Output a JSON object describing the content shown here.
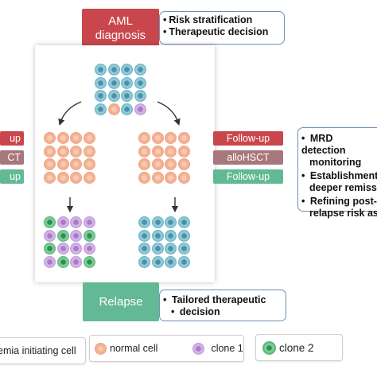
{
  "aml": {
    "line1": "AML",
    "line2": "diagnosis"
  },
  "diagnosis_notes": [
    "Risk stratification",
    "Therapeutic decision"
  ],
  "left_pills": [
    {
      "label": "up",
      "color": "#c9474c"
    },
    {
      "label": "CT",
      "color": "#a8777b"
    },
    {
      "label": "up",
      "color": "#63b996"
    }
  ],
  "right_pills": [
    {
      "label": "Follow-up",
      "color": "#c9474c"
    },
    {
      "label": "alloHSCT",
      "color": "#a8777b"
    },
    {
      "label": "Follow-up",
      "color": "#63b996"
    }
  ],
  "mrd_notes": [
    {
      "lines": [
        "MRD detection",
        "monitoring"
      ]
    },
    {
      "lines": [
        "Establishment",
        "deeper remiss"
      ]
    },
    {
      "lines": [
        "Refining post-",
        "relapse risk as"
      ]
    }
  ],
  "relapse": {
    "label": "Relapse"
  },
  "relapse_note": [
    "Tailored therapeutic",
    "decision"
  ],
  "legend": {
    "lic": "emia initiating cell",
    "normal": "normal cell",
    "clone1": "clone 1",
    "clone2": "clone 2"
  },
  "colors": {
    "leukemia_initiating_cell": "#6eb4c6",
    "normal_cell": "#f0a585",
    "clone_1": "#c29ddb",
    "clone_2": "#5cb87c"
  },
  "grids": {
    "top": [
      [
        "lic",
        "lic",
        "lic",
        "lic"
      ],
      [
        "lic",
        "lic",
        "lic",
        "lic"
      ],
      [
        "lic",
        "lic",
        "lic",
        "lic"
      ],
      [
        "lic",
        "normal",
        "lic",
        "clone1"
      ]
    ],
    "mid_left": [
      [
        "normal",
        "normal",
        "normal",
        "normal"
      ],
      [
        "normal",
        "normal",
        "normal",
        "normal"
      ],
      [
        "normal",
        "normal",
        "normal",
        "normal"
      ],
      [
        "normal",
        "normal",
        "normal",
        "normal"
      ]
    ],
    "mid_right": [
      [
        "normal",
        "normal",
        "normal",
        "normal"
      ],
      [
        "normal",
        "normal",
        "normal",
        "normal"
      ],
      [
        "normal",
        "normal",
        "normal",
        "normal"
      ],
      [
        "normal",
        "normal",
        "normal",
        "normal"
      ]
    ],
    "bottom_left": [
      [
        "clone2",
        "clone1",
        "clone1",
        "clone1"
      ],
      [
        "clone1",
        "clone2",
        "clone1",
        "clone2"
      ],
      [
        "clone2",
        "clone1",
        "clone1",
        "clone1"
      ],
      [
        "clone1",
        "clone2",
        "clone1",
        "clone2"
      ]
    ],
    "bottom_right": [
      [
        "lic",
        "lic",
        "lic",
        "lic"
      ],
      [
        "lic",
        "lic",
        "lic",
        "lic"
      ],
      [
        "lic",
        "lic",
        "lic",
        "lic"
      ],
      [
        "lic",
        "lic",
        "lic",
        "lic"
      ]
    ]
  }
}
